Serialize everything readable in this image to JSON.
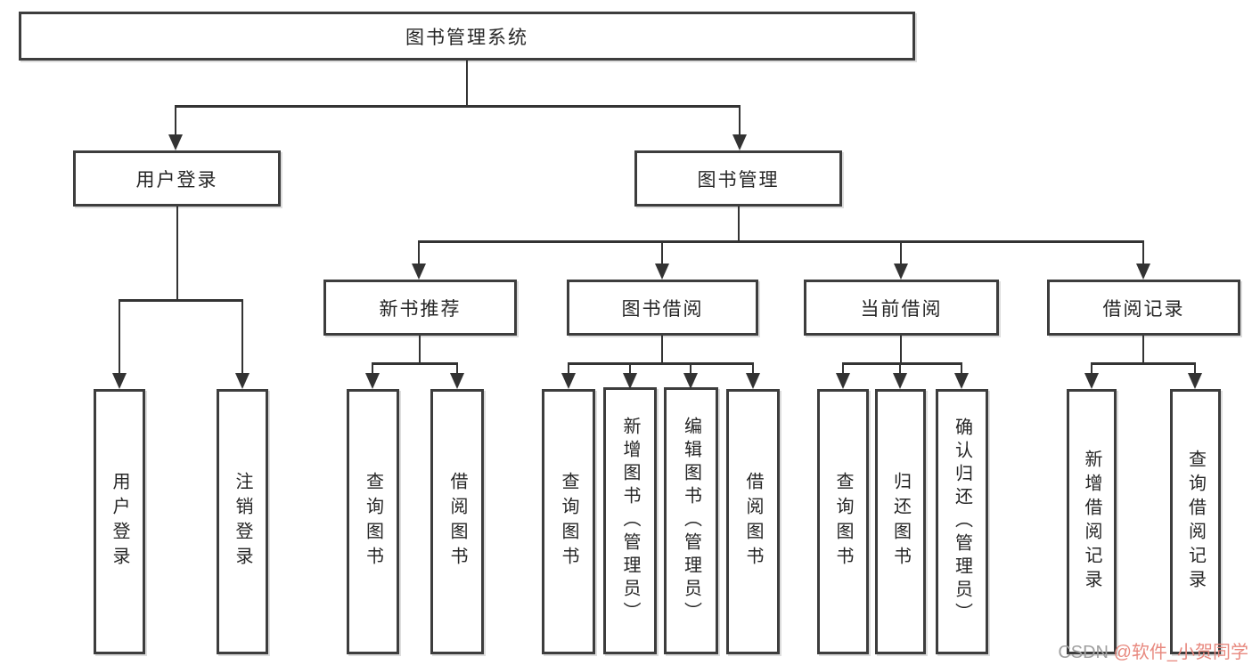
{
  "tree": {
    "root": {
      "label": "图书管理系统"
    },
    "branches": [
      {
        "label": "用户登录",
        "children": [
          {
            "label": "用户登录"
          },
          {
            "label": "注销登录"
          }
        ]
      },
      {
        "label": "图书管理",
        "children": [
          {
            "label": "新书推荐",
            "children": [
              {
                "label": "查询图书"
              },
              {
                "label": "借阅图书"
              }
            ]
          },
          {
            "label": "图书借阅",
            "children": [
              {
                "label": "查询图书"
              },
              {
                "label": "新增图书（管理员）"
              },
              {
                "label": "编辑图书（管理员）"
              },
              {
                "label": "借阅图书"
              }
            ]
          },
          {
            "label": "当前借阅",
            "children": [
              {
                "label": "查询图书"
              },
              {
                "label": "归还图书"
              },
              {
                "label": "确认归还（管理员）"
              }
            ]
          },
          {
            "label": "借阅记录",
            "children": [
              {
                "label": "新增借阅记录"
              },
              {
                "label": "查询借阅记录"
              }
            ]
          }
        ]
      }
    ]
  },
  "watermark": {
    "prefix": "CSDN ",
    "handle": "@软件_小贺同学"
  },
  "colors": {
    "line": "#333333",
    "box_border": "#3d3d3d",
    "text": "#262626",
    "watermark_gray": "#a0a0a0",
    "watermark_pink": "#e8897f",
    "background": "#ffffff"
  }
}
